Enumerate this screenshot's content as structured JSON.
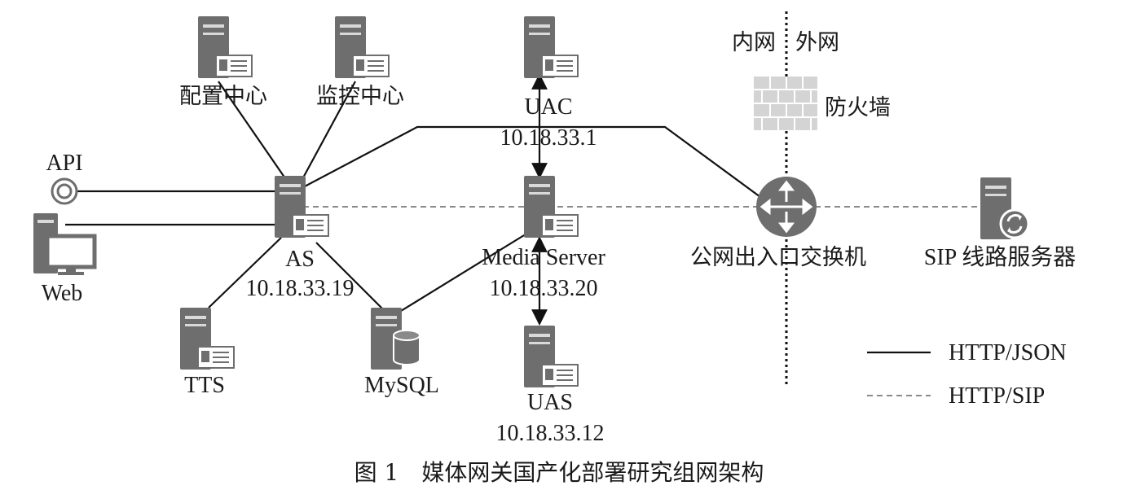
{
  "nodes": {
    "config_center": {
      "label": "配置中心"
    },
    "monitor_center": {
      "label": "监控中心"
    },
    "uac": {
      "label": "UAC",
      "ip": "10.18.33.1"
    },
    "api": {
      "label": "API"
    },
    "web": {
      "label": "Web"
    },
    "as": {
      "label": "AS",
      "ip": "10.18.33.19"
    },
    "media_server": {
      "label": "Media Server",
      "ip": "10.18.33.20"
    },
    "uas": {
      "label": "UAS",
      "ip": "10.18.33.12"
    },
    "tts": {
      "label": "TTS"
    },
    "mysql": {
      "label": "MySQL"
    },
    "switch": {
      "label": "公网出入口交换机"
    },
    "sip_server": {
      "label": "SIP 线路服务器"
    },
    "firewall": {
      "label": "防火墙"
    }
  },
  "zones": {
    "intranet": "内网",
    "extranet": "外网"
  },
  "legend": {
    "solid": "HTTP/JSON",
    "dashed": "HTTP/SIP"
  },
  "caption": "图 1　媒体网关国产化部署研究组网架构",
  "colors": {
    "line": "#111111",
    "dashed": "#8a8a8a",
    "server": "#6e6e6e",
    "firewall": "#d4d4d4"
  }
}
